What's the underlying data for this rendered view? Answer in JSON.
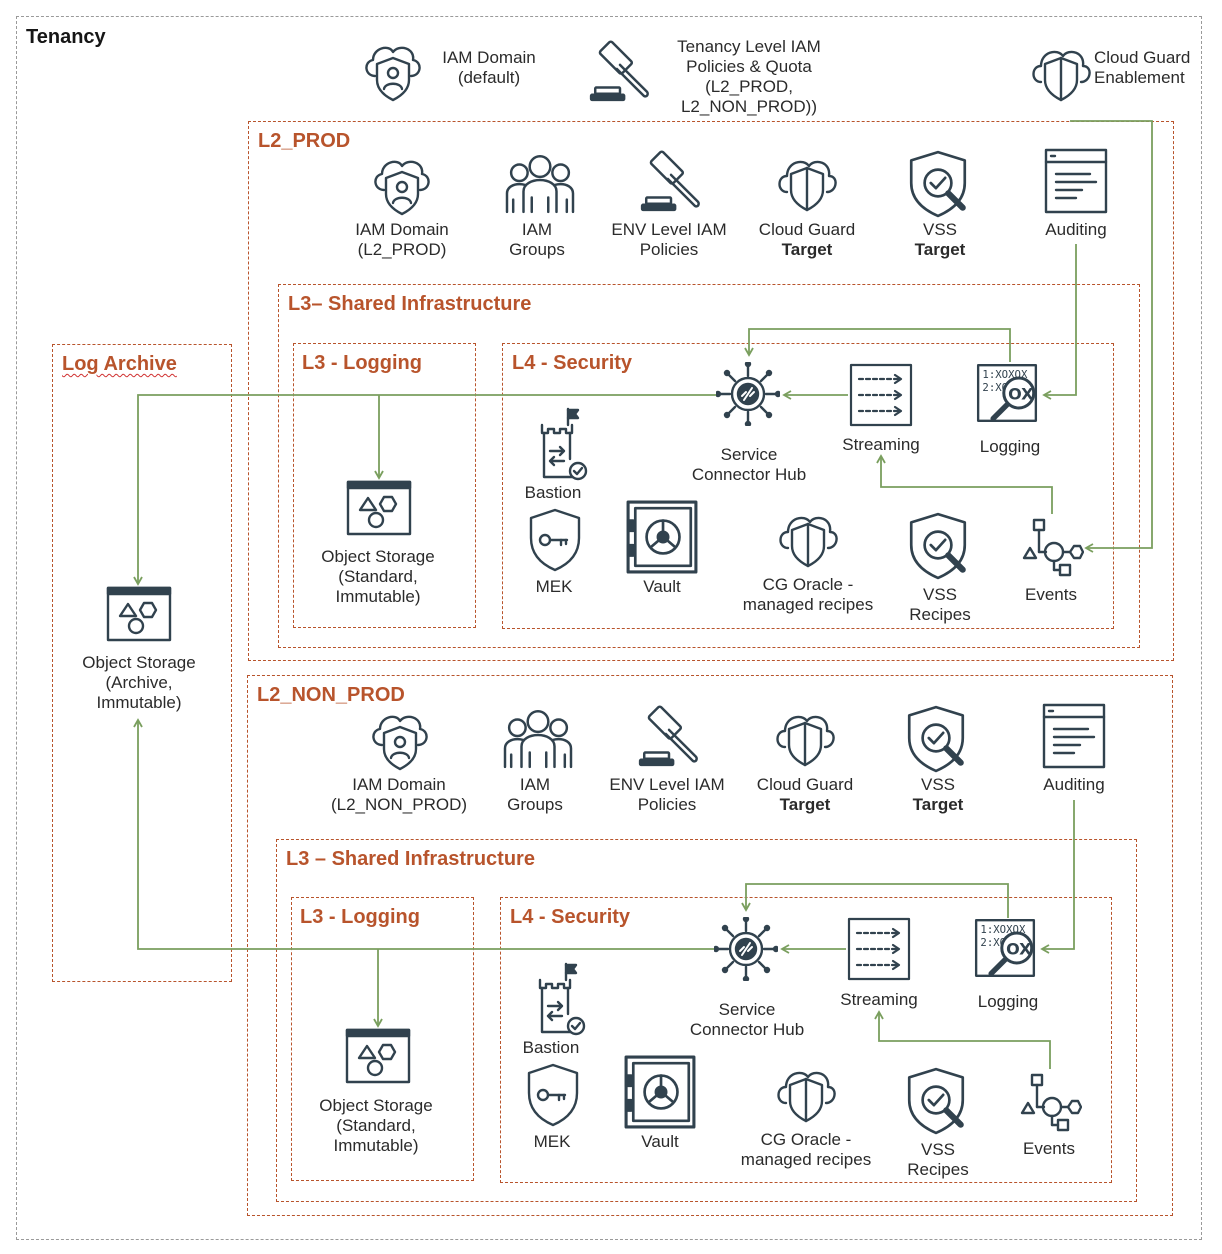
{
  "tenancy": {
    "title": "Tenancy",
    "iam_domain": {
      "l1": "IAM Domain",
      "l2": "(default)"
    },
    "policies": {
      "l1": "Tenancy Level IAM",
      "l2": "Policies & Quota",
      "l3": "(L2_PROD,",
      "l4": "L2_NON_PROD))"
    },
    "cloud_guard": {
      "l1": "Cloud Guard",
      "l2": "Enablement"
    }
  },
  "log_archive": {
    "title": "Log Archive",
    "object_storage": {
      "l1": "Object Storage",
      "l2": "(Archive,",
      "l3": "Immutable)"
    }
  },
  "l2_prod": {
    "title": "L2_PROD",
    "iam_domain": {
      "l1": "IAM Domain",
      "l2": "(L2_PROD)"
    },
    "iam_groups": {
      "l1": "IAM",
      "l2": "Groups"
    },
    "env_policies": {
      "l1": "ENV Level IAM",
      "l2": "Policies"
    },
    "cloud_guard": {
      "l1": "Cloud Guard",
      "l2": "Target"
    },
    "vss": {
      "l1": "VSS",
      "l2": "Target"
    },
    "auditing": {
      "l1": "Auditing"
    },
    "shared_infra": {
      "title": "L3– Shared Infrastructure"
    },
    "logging_comp": {
      "title": "L3 - Logging",
      "object_storage": {
        "l1": "Object Storage",
        "l2": "(Standard,",
        "l3": "Immutable)"
      }
    },
    "security_comp": {
      "title": "L4 - Security",
      "service_connector": {
        "l1": "Service",
        "l2": "Connector Hub"
      },
      "streaming": {
        "l1": "Streaming"
      },
      "logging": {
        "l1": "Logging"
      },
      "bastion": {
        "l1": "Bastion"
      },
      "mek": {
        "l1": "MEK"
      },
      "vault": {
        "l1": "Vault"
      },
      "cg_recipes": {
        "l1": "CG  Oracle -",
        "l2": "managed recipes"
      },
      "vss_recipes": {
        "l1": "VSS",
        "l2": "Recipes"
      },
      "events": {
        "l1": "Events"
      }
    }
  },
  "l2_non_prod": {
    "title": "L2_NON_PROD",
    "iam_domain": {
      "l1": "IAM Domain",
      "l2": "(L2_NON_PROD)"
    },
    "iam_groups": {
      "l1": "IAM",
      "l2": "Groups"
    },
    "env_policies": {
      "l1": "ENV Level IAM",
      "l2": "Policies"
    },
    "cloud_guard": {
      "l1": "Cloud Guard",
      "l2": "Target"
    },
    "vss": {
      "l1": "VSS",
      "l2": "Target"
    },
    "auditing": {
      "l1": "Auditing"
    },
    "shared_infra": {
      "title": "L3 – Shared Infrastructure"
    },
    "logging_comp": {
      "title": "L3 - Logging",
      "object_storage": {
        "l1": "Object Storage",
        "l2": "(Standard,",
        "l3": "Immutable)"
      }
    },
    "security_comp": {
      "title": "L4 - Security",
      "service_connector": {
        "l1": "Service",
        "l2": "Connector Hub"
      },
      "streaming": {
        "l1": "Streaming"
      },
      "logging": {
        "l1": "Logging"
      },
      "bastion": {
        "l1": "Bastion"
      },
      "mek": {
        "l1": "MEK"
      },
      "vault": {
        "l1": "Vault"
      },
      "cg_recipes": {
        "l1": "CG  Oracle -",
        "l2": "managed recipes"
      },
      "vss_recipes": {
        "l1": "VSS",
        "l2": "Recipes"
      },
      "events": {
        "l1": "Events"
      }
    }
  },
  "colors": {
    "icon": "#31424e",
    "accent": "#b8542c",
    "link": "#7a9f5e",
    "border": "#9a9a9a"
  },
  "icon_names": [
    "iam-domain-icon",
    "gavel-icon",
    "shield-cloud-icon",
    "users-group-icon",
    "vss-icon",
    "auditing-icon",
    "service-connector-icon",
    "streaming-icon",
    "logging-icon",
    "bastion-icon",
    "mek-icon",
    "vault-icon",
    "events-icon",
    "object-storage-icon"
  ]
}
